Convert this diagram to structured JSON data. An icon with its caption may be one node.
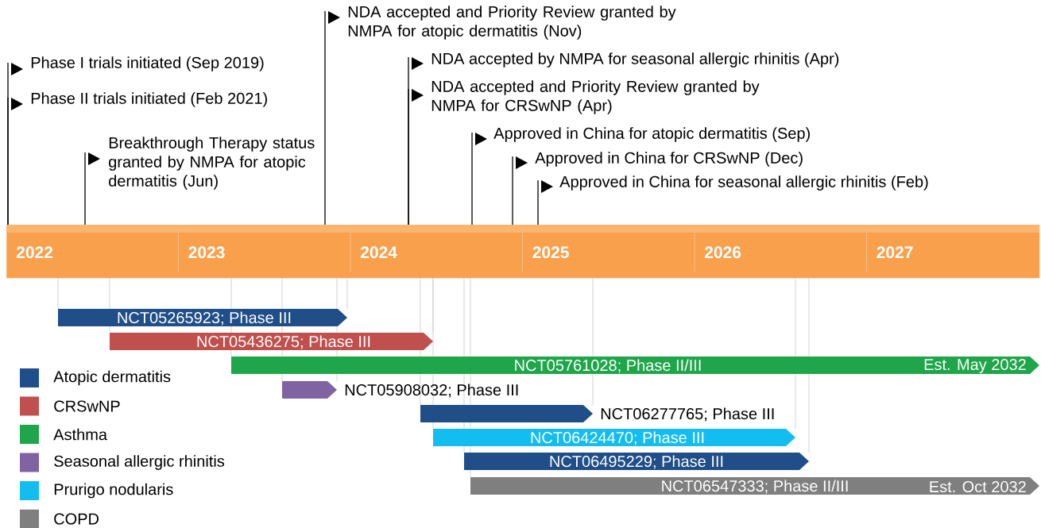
{
  "diagram": {
    "nodes": [
      {
        "text": [
          "Phase I trials initiated (Sep 2019)"
        ]
      },
      {
        "text": [
          "Phase II trials initiated (Feb 2021)"
        ]
      },
      {
        "text": [
          "Breakthrough Therapy status granted by NMPA for atopic dermatitis (Jun)"
        ]
      },
      {
        "text": [
          "NDA accepted and Priority Review granted by NMPA for atopic dermatitis (Nov)"
        ]
      },
      {
        "text": [
          "NDA accepted by NMPA for seasonal allergic rhinitis (Apr)"
        ]
      },
      {
        "text": [
          "NDA accepted and Priority Review granted by NMPA for CRSwNP (Apr)"
        ]
      },
      {
        "text": [
          "Approved in China for atopic dermatitis (Sep)"
        ]
      },
      {
        "text": [
          "Approved in China for CRSwNP (Dec)"
        ]
      },
      {
        "text": [
          "Approved in China for seasonal allergic rhinitis (Feb)"
        ]
      },
      {
        "text": [
          "2022",
          "2023",
          "2024",
          "2025",
          "2026",
          "2027"
        ]
      },
      {
        "text": [
          "NCT05265923; Phase III"
        ]
      },
      {
        "text": [
          "NCT05436275; Phase III"
        ]
      },
      {
        "text": [
          "NCT05761028; Phase II/III",
          "Est. May 2032"
        ]
      },
      {
        "text": [],
        "shape": "bar",
        "beside": [
          "NCT05908032; Phase III"
        ]
      },
      {
        "text": [],
        "shape": "bar",
        "beside": [
          "NCT06277765; Phase III"
        ]
      },
      {
        "text": [
          "NCT06424470; Phase III"
        ]
      },
      {
        "text": [
          "NCT06495229; Phase III"
        ]
      },
      {
        "text": [
          "NCT06547333; Phase II/III",
          "Est. Oct 2032"
        ]
      }
    ],
    "edges": [
      {
        "from": 0,
        "to": 9,
        "arrow": "other"
      },
      {
        "from": 1,
        "to": 9,
        "arrow": "other"
      },
      {
        "from": 2,
        "to": 9,
        "arrow": "other"
      },
      {
        "from": 3,
        "to": 9,
        "arrow": "other"
      },
      {
        "from": 4,
        "to": 9,
        "arrow": "other"
      },
      {
        "from": 5,
        "to": 9,
        "arrow": "other"
      },
      {
        "from": 6,
        "to": 9,
        "arrow": "other"
      },
      {
        "from": 7,
        "to": 9,
        "arrow": "other"
      },
      {
        "from": 8,
        "to": 9,
        "arrow": "other"
      }
    ],
    "legend": [
      {
        "text": "Atopic dermatitis",
        "color": "#1f4e89"
      },
      {
        "text": "CRSwNP",
        "color": "#c0504d"
      },
      {
        "text": "Asthma",
        "color": "#1fa64a"
      },
      {
        "text": "Seasonal allergic rhinitis",
        "color": "#8064a2"
      },
      {
        "text": "Prurigo nodularis",
        "color": "#14bdf0"
      },
      {
        "text": "COPD",
        "color": "#7f7f7f"
      }
    ]
  }
}
